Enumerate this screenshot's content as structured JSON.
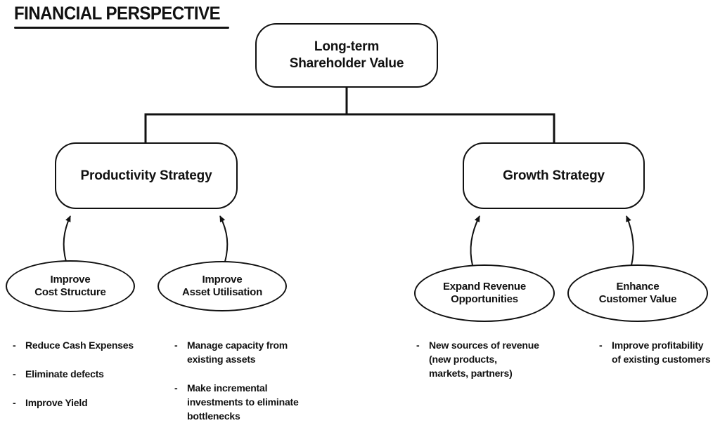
{
  "title": "FINANCIAL PERSPECTIVE",
  "colors": {
    "ink": "#111111",
    "background": "#ffffff"
  },
  "bullet_marker": "-",
  "nodes": {
    "top": {
      "line1": "Long-term",
      "line2": "Shareholder Value"
    },
    "productivity": {
      "label": "Productivity Strategy"
    },
    "growth": {
      "label": "Growth Strategy"
    },
    "cost": {
      "line1": "Improve",
      "line2": "Cost Structure"
    },
    "asset": {
      "line1": "Improve",
      "line2": "Asset Utilisation"
    },
    "revenue": {
      "line1": "Expand Revenue",
      "line2": "Opportunities"
    },
    "customer": {
      "line1": "Enhance",
      "line2": "Customer Value"
    }
  },
  "lists": {
    "cost": [
      "Reduce Cash Expenses",
      "Eliminate defects",
      "Improve Yield"
    ],
    "asset": [
      "Manage capacity from\nexisting assets",
      "Make incremental\ninvestments to eliminate\nbottlenecks"
    ],
    "revenue": [
      "New sources of revenue\n(new products,\nmarkets, partners)"
    ],
    "customer": [
      "Improve profitability\nof existing customers"
    ]
  }
}
